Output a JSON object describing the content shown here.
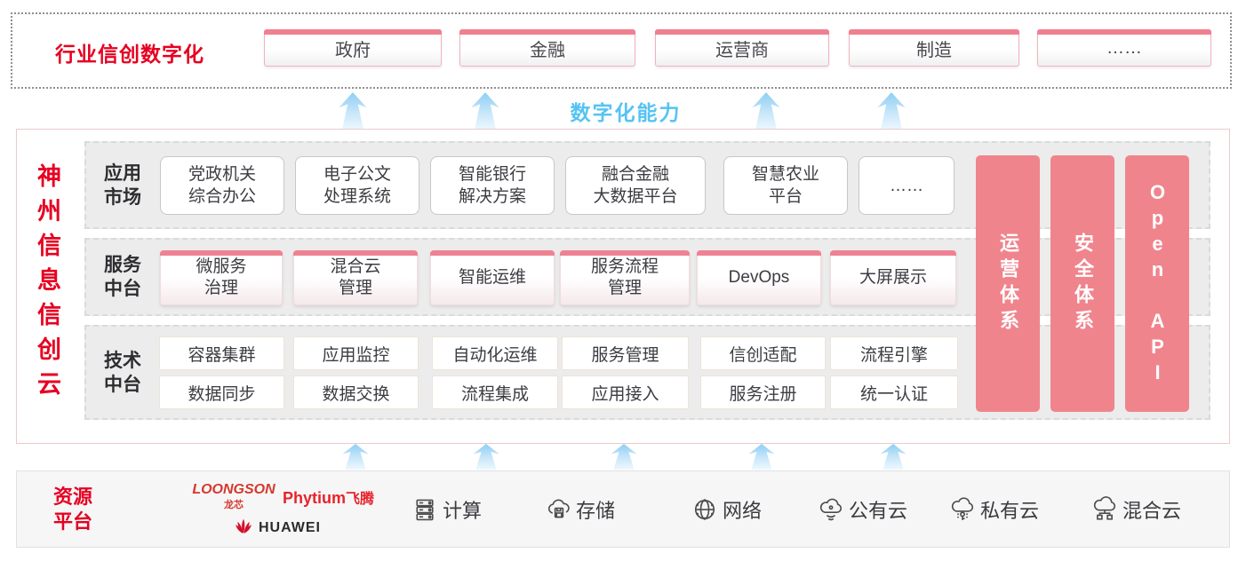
{
  "colors": {
    "accent_red": "#e60021",
    "pillar_pink": "#f0848c",
    "box_top_bar_pink": "#ef8292",
    "capability_blue": "#56c3f2",
    "row_grey": "#ececec"
  },
  "top_banner": {
    "title": "行业信创数字化",
    "sectors": [
      "政府",
      "金融",
      "运营商",
      "制造",
      "……"
    ]
  },
  "capability_label": "数字化能力",
  "platform": {
    "title": "神州信息信创云",
    "rows": [
      {
        "label": "应用\n市场",
        "boxes": [
          "党政机关\n综合办公",
          "电子公文\n处理系统",
          "智能银行\n解决方案",
          "融合金融\n大数据平台",
          "智慧农业\n平台",
          "……"
        ]
      },
      {
        "label": "服务\n中台",
        "boxes": [
          "微服务\n治理",
          "混合云\n管理",
          "智能运维",
          "服务流程\n管理",
          "DevOps",
          "大屏展示"
        ]
      },
      {
        "label": "技术\n中台",
        "boxes_top": [
          "容器集群",
          "应用监控",
          "自动化运维",
          "服务管理",
          "信创适配",
          "流程引擎"
        ],
        "boxes_bottom": [
          "数据同步",
          "数据交换",
          "流程集成",
          "应用接入",
          "服务注册",
          "统一认证"
        ]
      }
    ],
    "pillars": [
      "运营体系",
      "安全体系",
      "Open API"
    ]
  },
  "resources": {
    "label": "资源\n平台",
    "vendors": {
      "loongson": "LOONGSON",
      "loongson_cn": "龙芯",
      "phytium": "Phytium",
      "phytium_cn": "飞腾",
      "huawei": "HUAWEI"
    },
    "items": [
      {
        "icon": "compute-icon",
        "label": "计算"
      },
      {
        "icon": "storage-icon",
        "label": "存储"
      },
      {
        "icon": "network-icon",
        "label": "网络"
      },
      {
        "icon": "public-cloud-icon",
        "label": "公有云"
      },
      {
        "icon": "private-cloud-icon",
        "label": "私有云"
      },
      {
        "icon": "hybrid-cloud-icon",
        "label": "混合云"
      }
    ]
  }
}
